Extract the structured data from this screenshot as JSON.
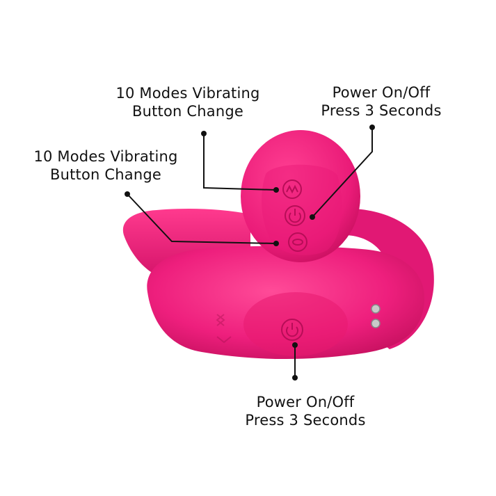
{
  "callouts": {
    "top_left": {
      "line1": "10 Modes Vibrating",
      "line2": "Button Change"
    },
    "mid_left": {
      "line1": "10 Modes Vibrating",
      "line2": "Button Change"
    },
    "top_right": {
      "line1": "Power On/Off",
      "line2": "Press 3 Seconds"
    },
    "bottom": {
      "line1": "Power On/Off",
      "line2": "Press 3 Seconds"
    }
  },
  "colors": {
    "product_pink": "#ee1f7d",
    "product_shadow": "#c90f62",
    "product_highlight": "#ff5aa3",
    "leader_line": "#111111",
    "contact_metal": "#b9b9b9"
  },
  "icons": {
    "mode_button_top": "vibration-mode-icon",
    "power_button_remote": "power-icon",
    "mode_button_bottom": "oval-mode-icon",
    "power_button_body": "power-icon"
  }
}
